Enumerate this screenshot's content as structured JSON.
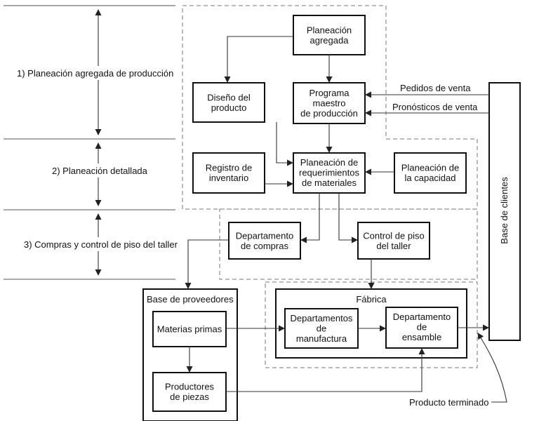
{
  "phases": [
    {
      "label": "1) Planeación agregada de producción"
    },
    {
      "label": "2) Planeación detallada"
    },
    {
      "label": "3) Compras y control de piso del taller"
    }
  ],
  "boxes": {
    "planeacion_agregada": [
      "Planeación",
      "agregada"
    ],
    "diseno_producto": [
      "Diseño del",
      "producto"
    ],
    "programa_maestro": [
      "Programa",
      "maestro",
      "de producción"
    ],
    "registro_inventario": [
      "Registro de",
      "inventario"
    ],
    "planeacion_requerimientos": [
      "Planeación de",
      "requerimientos",
      "de materiales"
    ],
    "planeacion_capacidad": [
      "Planeación de",
      "la capacidad"
    ],
    "departamento_compras": [
      "Departamento",
      "de compras"
    ],
    "control_piso": [
      "Control de piso",
      "del taller"
    ],
    "materias_primas": [
      "Materias primas"
    ],
    "productores_piezas": [
      "Productores",
      "de piezas"
    ],
    "departamentos_manufactura": [
      "Departamentos",
      "de",
      "manufactura"
    ],
    "departamento_ensamble": [
      "Departamento",
      "de",
      "ensamble"
    ]
  },
  "containers": {
    "base_proveedores": "Base de proveedores",
    "fabrica": "Fábrica",
    "base_clientes": "Base de clientes"
  },
  "flows": {
    "pedidos_venta": "Pedidos de venta",
    "pronosticos_venta": "Pronósticos de venta",
    "producto_terminado": "Producto terminado"
  }
}
